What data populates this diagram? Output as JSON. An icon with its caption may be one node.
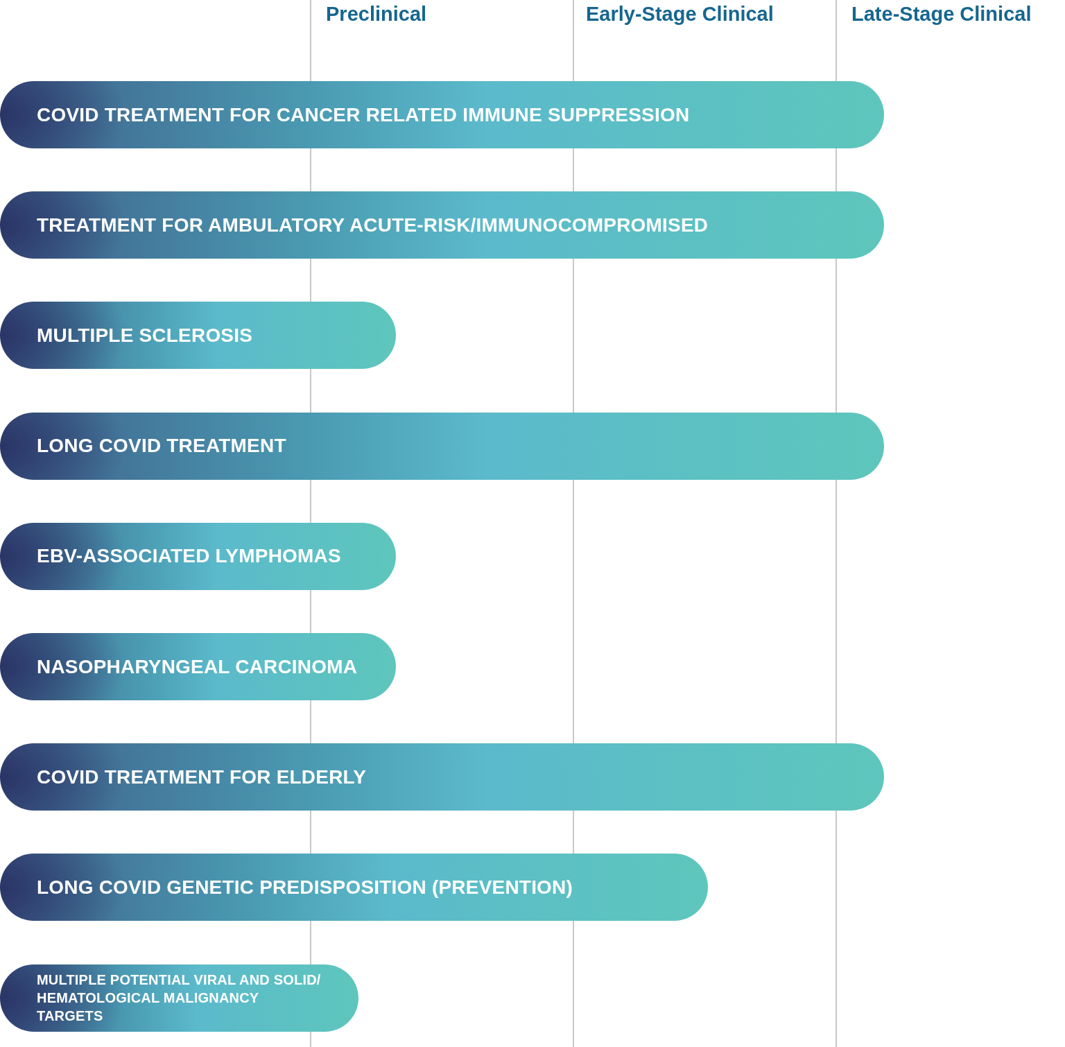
{
  "diagram": {
    "nodes": [
      {
        "text": [
          "COVID TREATMENT FOR CANCER RELATED IMMUNE SUPPRESSION"
        ]
      },
      {
        "text": [
          "TREATMENT FOR AMBULATORY ACUTE-RISK/IMMUNOCOMPROMISED"
        ]
      },
      {
        "text": [
          "MULTIPLE SCLEROSIS"
        ]
      },
      {
        "text": [
          "LONG COVID TREATMENT"
        ]
      },
      {
        "text": [
          "EBV-ASSOCIATED LYMPHOMAS"
        ]
      },
      {
        "text": [
          "NASOPHARYNGEAL CARCINOMA"
        ]
      },
      {
        "text": [
          "COVID TREATMENT FOR ELDERLY"
        ]
      },
      {
        "text": [
          "LONG COVID GENETIC PREDISPOSITION (PREVENTION)"
        ]
      },
      {
        "text": [
          "MULTIPLE POTENTIAL VIRAL AND SOLID/ HEMATOLOGICAL MALIGNANCY TARGETS"
        ]
      }
    ],
    "labels": [
      "Preclinical",
      "Early-Stage Clinical",
      "Late-Stage Clinical"
    ]
  }
}
